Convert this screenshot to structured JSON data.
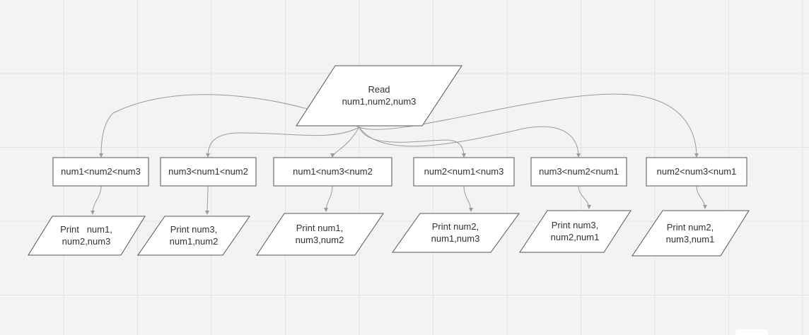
{
  "diagram": {
    "input": {
      "lines": [
        "Read",
        "num1,num2,num3"
      ]
    },
    "conditions": [
      {
        "id": "c1",
        "label": "num1<num2<num3"
      },
      {
        "id": "c2",
        "label": "num3<num1<num2"
      },
      {
        "id": "c3",
        "label": "num1<num3<num2"
      },
      {
        "id": "c4",
        "label": "num2<num1<num3"
      },
      {
        "id": "c5",
        "label": "num3<num2<num1"
      },
      {
        "id": "c6",
        "label": "num2<num3<num1"
      }
    ],
    "outputs": [
      {
        "id": "o1",
        "lines": [
          "Print   num1,",
          "num2,num3"
        ]
      },
      {
        "id": "o2",
        "lines": [
          "Print num3,",
          "num1,num2"
        ]
      },
      {
        "id": "o3",
        "lines": [
          "Print num1,",
          "num3,num2"
        ]
      },
      {
        "id": "o4",
        "lines": [
          "Print num2,",
          "num1,num3"
        ]
      },
      {
        "id": "o5",
        "lines": [
          "Print num3,",
          "num2,num1"
        ]
      },
      {
        "id": "o6",
        "lines": [
          "Print num2,",
          "num3,num1"
        ]
      }
    ],
    "colors": {
      "background": "#f3f3f3",
      "grid": "#e3e3e3",
      "shape_fill": "#ffffff",
      "shape_stroke": "#555555",
      "connector": "#9a9a9a",
      "text": "#333333"
    }
  }
}
